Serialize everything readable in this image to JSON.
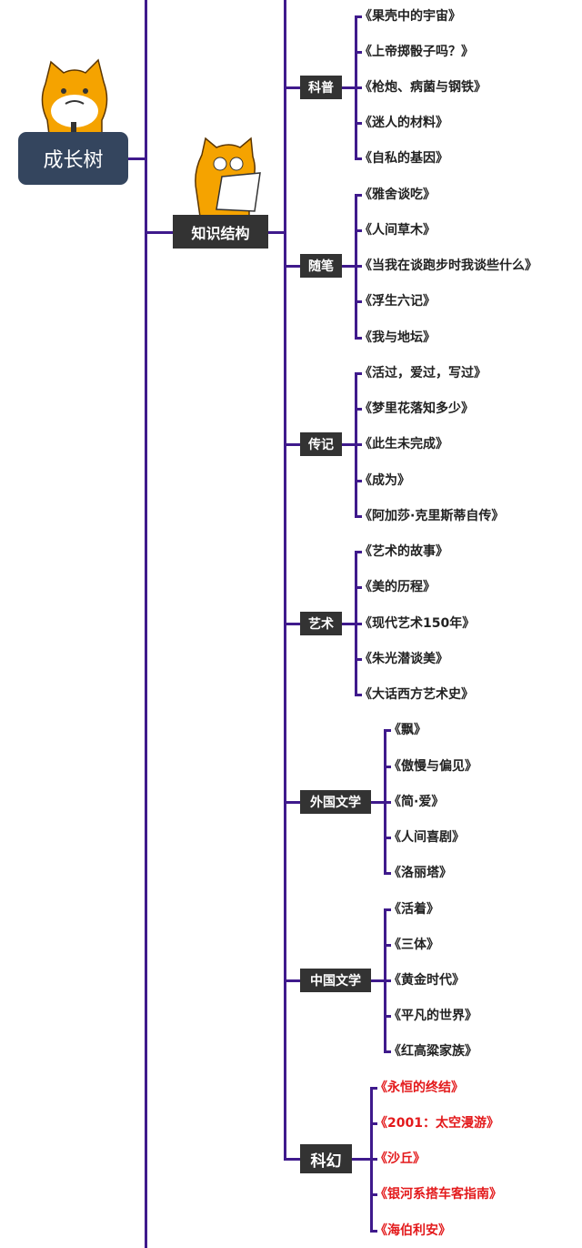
{
  "root": {
    "label": "成长树"
  },
  "branch": {
    "label": "知识结构"
  },
  "colors": {
    "line": "#3f1a8c",
    "root_bg": "#34455e",
    "node_bg": "#333333",
    "highlight": "#e3191b"
  },
  "categories": [
    {
      "label": "科普",
      "books": [
        "《果壳中的宇宙》",
        "《上帝掷骰子吗？》",
        "《枪炮、病菌与钢铁》",
        "《迷人的材料》",
        "《自私的基因》"
      ]
    },
    {
      "label": "随笔",
      "books": [
        "《雅舍谈吃》",
        "《人间草木》",
        "《当我在谈跑步时我谈些什么》",
        "《浮生六记》",
        "《我与地坛》"
      ]
    },
    {
      "label": "传记",
      "books": [
        "《活过，爱过，写过》",
        "《梦里花落知多少》",
        "《此生未完成》",
        "《成为》",
        "《阿加莎·克里斯蒂自传》"
      ]
    },
    {
      "label": "艺术",
      "books": [
        "《艺术的故事》",
        "《美的历程》",
        "《现代艺术150年》",
        "《朱光潜谈美》",
        "《大话西方艺术史》"
      ]
    },
    {
      "label": "外国文学",
      "books": [
        "《飘》",
        "《傲慢与偏见》",
        "《简·爱》",
        "《人间喜剧》",
        "《洛丽塔》"
      ]
    },
    {
      "label": "中国文学",
      "books": [
        "《活着》",
        "《三体》",
        "《黄金时代》",
        "《平凡的世界》",
        "《红高粱家族》"
      ]
    },
    {
      "label": "科幻",
      "highlight": true,
      "books": [
        "《永恒的终结》",
        "《2001：太空漫游》",
        "《沙丘》",
        "《银河系搭车客指南》",
        "《海伯利安》"
      ]
    }
  ]
}
